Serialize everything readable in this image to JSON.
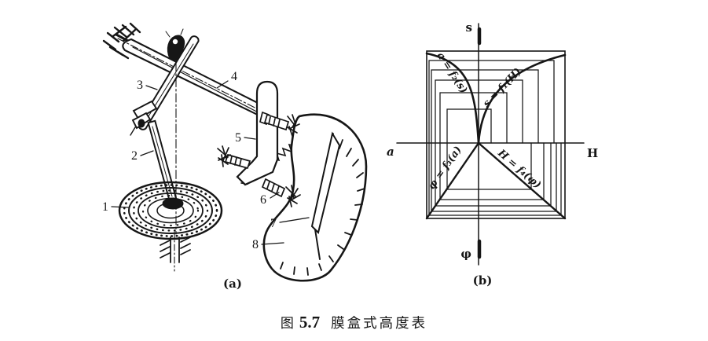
{
  "figure": {
    "colors": {
      "ink": "#161616",
      "background": "#ffffff"
    },
    "caption": {
      "prefix": "图",
      "number": "5.7",
      "title": "膜盒式高度表"
    },
    "panel_a": {
      "label": "(a)",
      "part_numbers": [
        "1",
        "2",
        "3",
        "4",
        "5",
        "6",
        "7",
        "8"
      ]
    },
    "panel_b": {
      "label": "(b)",
      "axis_labels": {
        "top": "s",
        "right": "H",
        "left": "a",
        "bottom": "φ"
      },
      "curve_labels": {
        "upper_left": "a = f₂(s)",
        "upper_right": "s = f₁(H)",
        "lower_left": "φ = f₃(a)",
        "lower_right": "H = f₄(φ)"
      }
    }
  }
}
